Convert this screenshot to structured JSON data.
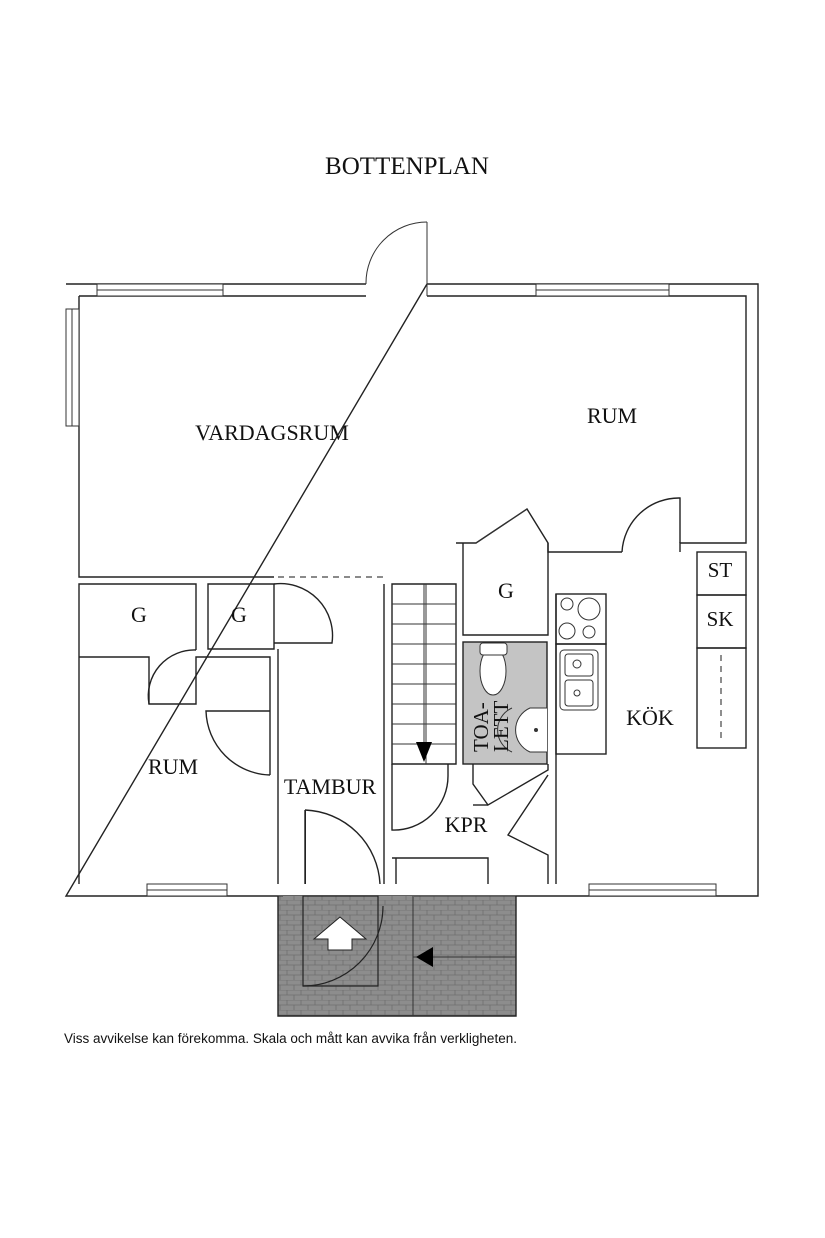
{
  "plan": {
    "title": "BOTTENPLAN",
    "rooms": {
      "vardagsrum": "VARDAGSRUM",
      "rum_top": "RUM",
      "rum_left": "RUM",
      "g_left": "G",
      "g_mid": "G",
      "g_right": "G",
      "tambur": "TAMBUR",
      "kpr": "KPR",
      "kok": "KÖK",
      "st": "ST",
      "sk": "SK",
      "toa_line1": "TOA-",
      "toa_line2": "LETT"
    }
  },
  "footer": {
    "disclaimer": "Viss avvikelse kan förekomma. Skala och mått kan avvika från verkligheten."
  }
}
